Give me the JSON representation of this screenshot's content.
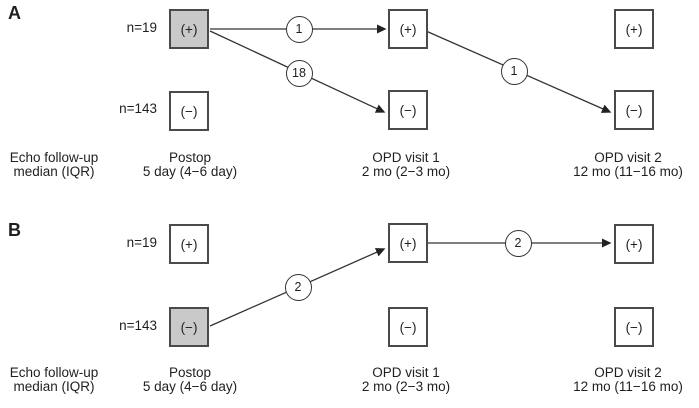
{
  "colors": {
    "background": "#ffffff",
    "box_fill": "#ffffff",
    "box_highlight_fill": "#c9c9c9",
    "box_border": "#4a4a4a",
    "line": "#333333",
    "text": "#1f1f1f"
  },
  "panel_a": {
    "label": "A",
    "n_top": "n=19",
    "n_bottom": "n=143",
    "boxes": {
      "postop_pos": "(+)",
      "postop_neg": "(−)",
      "opd1_pos": "(+)",
      "opd1_neg": "(−)",
      "opd2_pos": "(+)",
      "opd2_neg": "(−)"
    },
    "counts": {
      "postop_to_opd1_pos": "1",
      "postop_to_opd1_neg": "18",
      "opd1_pos_to_opd2_neg": "1"
    },
    "columns": [
      {
        "line1": "Echo follow-up",
        "line2": "median (IQR)"
      },
      {
        "line1": "Postop",
        "line2": "5 day (4−6 day)"
      },
      {
        "line1": "OPD visit 1",
        "line2": "2 mo (2−3 mo)"
      },
      {
        "line1": "OPD visit 2",
        "line2": "12 mo (11−16 mo)"
      }
    ]
  },
  "panel_b": {
    "label": "B",
    "n_top": "n=19",
    "n_bottom": "n=143",
    "boxes": {
      "postop_pos": "(+)",
      "postop_neg": "(−)",
      "opd1_pos": "(+)",
      "opd1_neg": "(−)",
      "opd2_pos": "(+)",
      "opd2_neg": "(−)"
    },
    "counts": {
      "postop_neg_to_opd1_pos": "2",
      "opd1_pos_to_opd2_pos": "2"
    },
    "columns": [
      {
        "line1": "Echo follow-up",
        "line2": "median (IQR)"
      },
      {
        "line1": "Postop",
        "line2": "5 day (4−6 day)"
      },
      {
        "line1": "OPD visit 1",
        "line2": "2 mo (2−3 mo)"
      },
      {
        "line1": "OPD visit 2",
        "line2": "12 mo (11−16 mo)"
      }
    ]
  }
}
